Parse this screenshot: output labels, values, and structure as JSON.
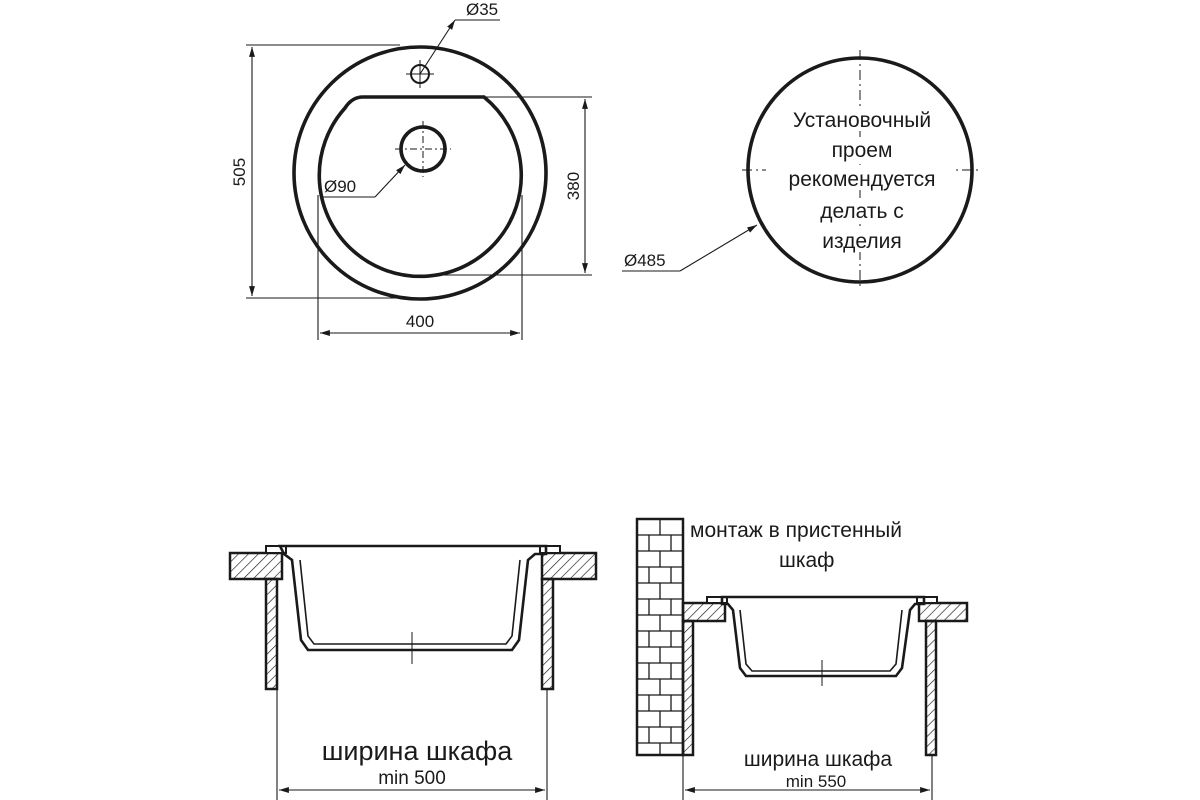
{
  "top_view": {
    "diam_small_hole": "Ø35",
    "diam_drain": "Ø90",
    "height_overall": "505",
    "bowl_depth": "380",
    "bowl_width": "400"
  },
  "cutout": {
    "note_lines": [
      "Установочный",
      "проем",
      "рекомендуется",
      "делать с",
      "изделия"
    ],
    "diameter": "Ø485"
  },
  "section_freestanding": {
    "label": "ширина шкафа",
    "min": "min 500"
  },
  "section_wall": {
    "title_lines": [
      "монтаж в пристенный",
      "шкаф"
    ],
    "label": "ширина шкафа",
    "min": "min 550"
  }
}
